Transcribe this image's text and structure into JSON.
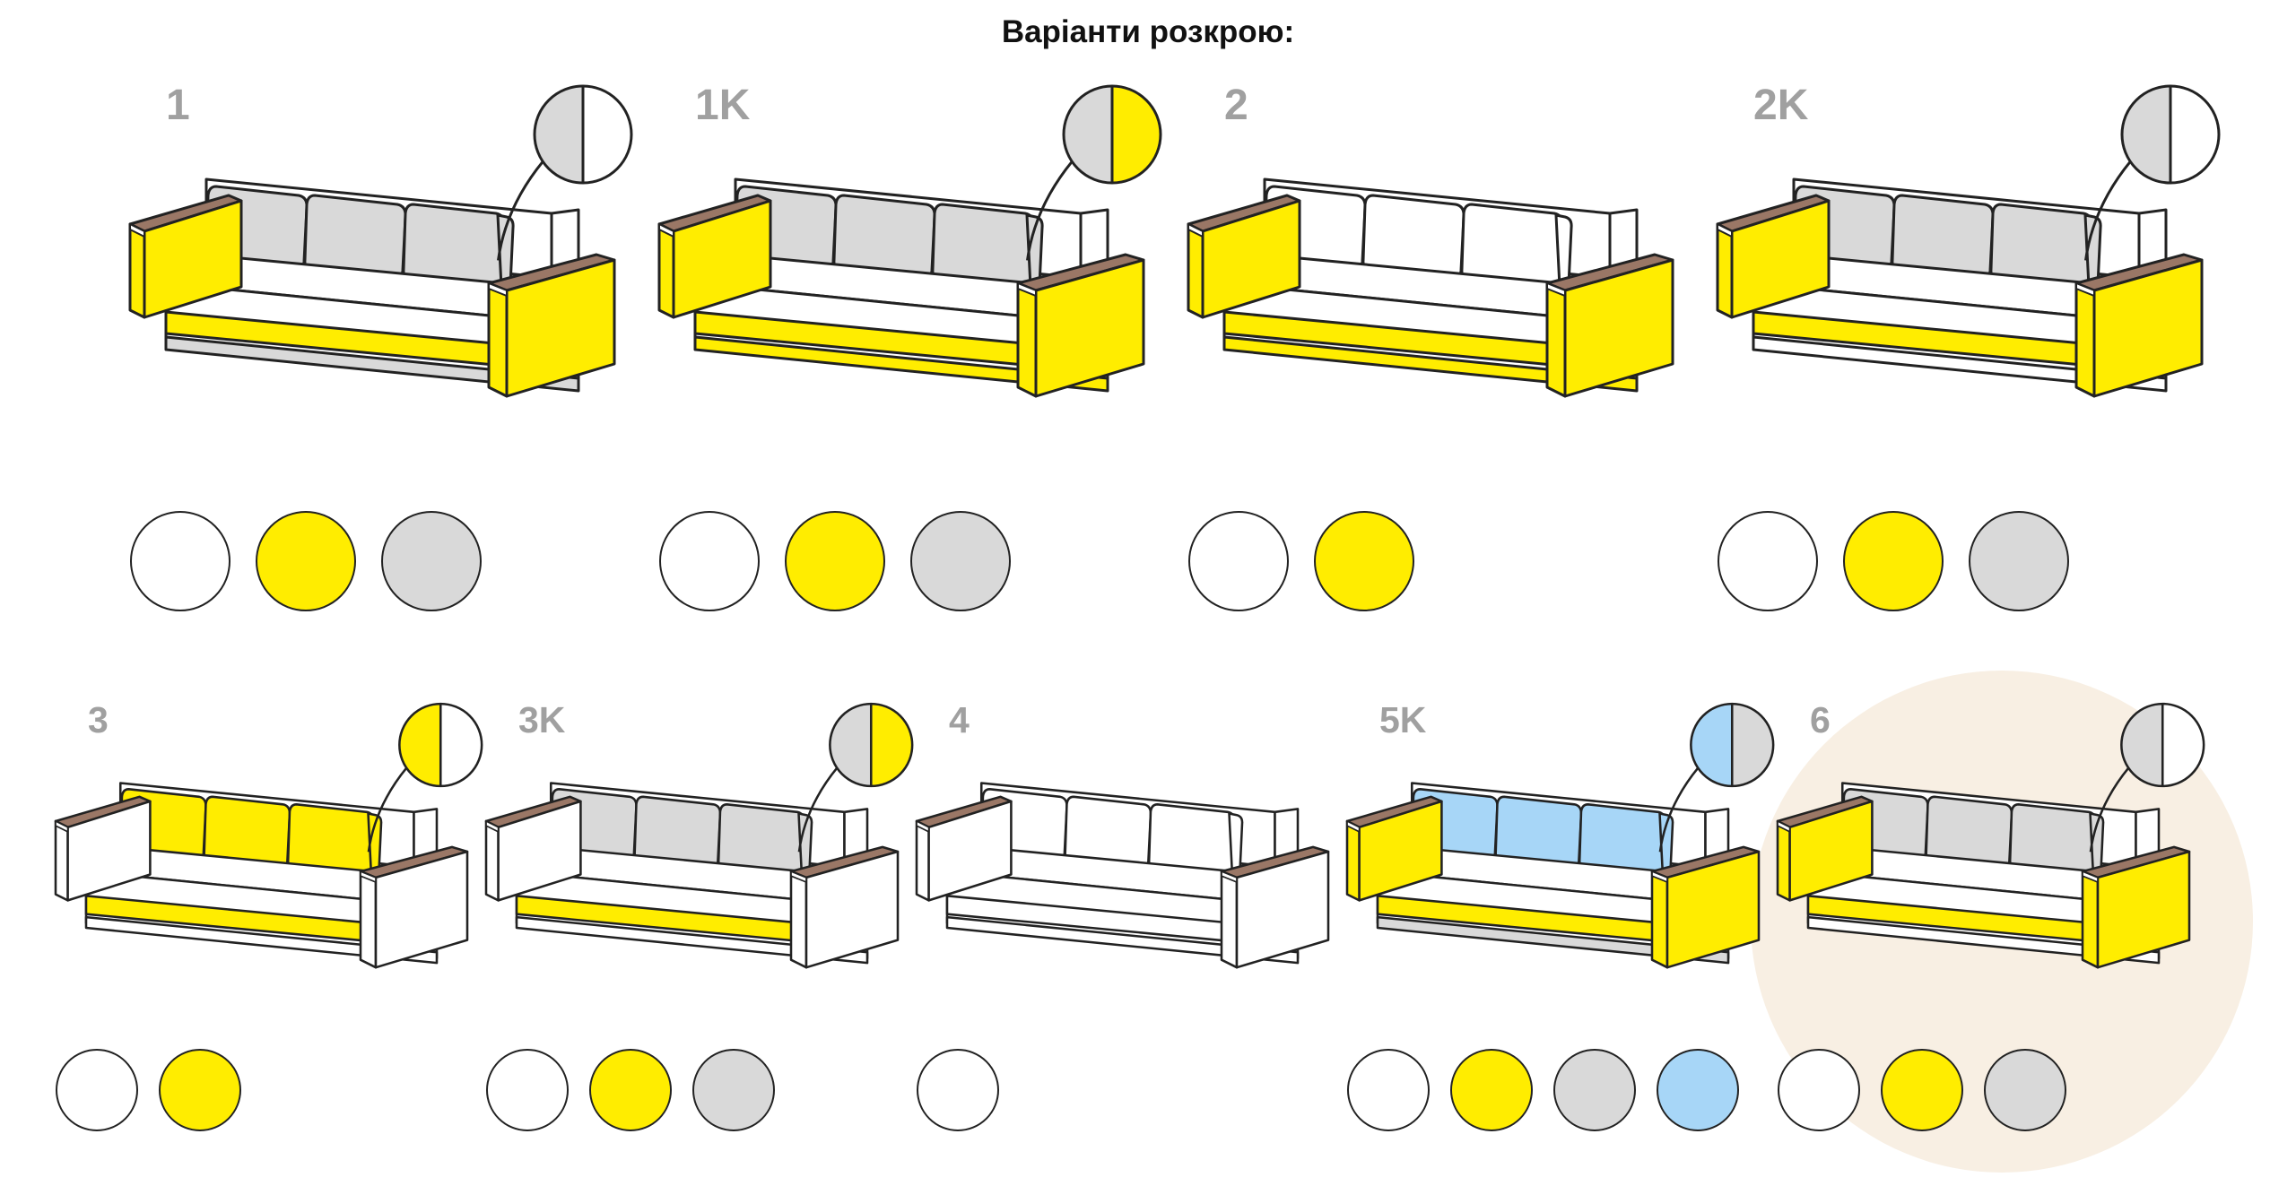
{
  "title": "Варіанти розкрою:",
  "colors": {
    "white": "#ffffff",
    "yellow": "#ffed00",
    "gray": "#d9d9d9",
    "blue": "#a7d6f7",
    "wood": "#9a7766",
    "outline": "#222222",
    "label": "#a0a0a0",
    "highlight": "#f8efe3"
  },
  "variants": [
    {
      "label": "1",
      "parts": {
        "cushions": "gray",
        "seat": "white",
        "arms": "yellow",
        "base": "yellow",
        "bottom": "gray"
      },
      "indicator": [
        "gray",
        "white"
      ],
      "swatches": [
        "white",
        "yellow",
        "gray"
      ]
    },
    {
      "label": "1K",
      "parts": {
        "cushions": "gray",
        "seat": "white",
        "arms": "yellow",
        "base": "yellow",
        "bottom": "yellow"
      },
      "indicator": [
        "gray",
        "yellow"
      ],
      "swatches": [
        "white",
        "yellow",
        "gray"
      ]
    },
    {
      "label": "2",
      "parts": {
        "cushions": "white",
        "seat": "white",
        "arms": "yellow",
        "base": "yellow",
        "bottom": "yellow"
      },
      "indicator": null,
      "swatches": [
        "white",
        "yellow"
      ]
    },
    {
      "label": "2K",
      "parts": {
        "cushions": "gray",
        "seat": "white",
        "arms": "yellow",
        "base": "yellow",
        "bottom": "white"
      },
      "indicator": [
        "gray",
        "white"
      ],
      "swatches": [
        "white",
        "yellow",
        "gray"
      ]
    },
    {
      "label": "3",
      "parts": {
        "cushions": "yellow",
        "seat": "white",
        "arms": "white",
        "base": "yellow",
        "bottom": "white"
      },
      "indicator": [
        "yellow",
        "white"
      ],
      "swatches": [
        "white",
        "yellow"
      ]
    },
    {
      "label": "3K",
      "parts": {
        "cushions": "gray",
        "seat": "white",
        "arms": "white",
        "base": "yellow",
        "bottom": "white"
      },
      "indicator": [
        "gray",
        "yellow"
      ],
      "swatches": [
        "white",
        "yellow",
        "gray"
      ]
    },
    {
      "label": "4",
      "parts": {
        "cushions": "white",
        "seat": "white",
        "arms": "white",
        "base": "white",
        "bottom": "white"
      },
      "indicator": null,
      "swatches": [
        "white"
      ]
    },
    {
      "label": "5K",
      "parts": {
        "cushions": "blue",
        "seat": "white",
        "arms": "yellow",
        "base": "yellow",
        "bottom": "gray"
      },
      "indicator": [
        "blue",
        "gray"
      ],
      "swatches": [
        "white",
        "yellow",
        "gray",
        "blue"
      ]
    },
    {
      "label": "6",
      "parts": {
        "cushions": "gray",
        "seat": "white",
        "arms": "yellow",
        "base": "yellow",
        "bottom": "white"
      },
      "indicator": [
        "gray",
        "white"
      ],
      "swatches": [
        "white",
        "yellow",
        "gray"
      ],
      "highlighted": true
    }
  ]
}
